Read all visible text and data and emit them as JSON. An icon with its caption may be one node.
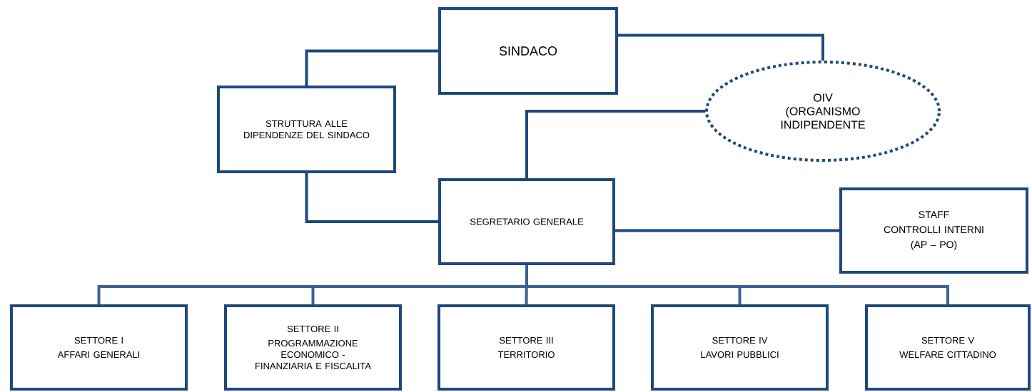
{
  "diagram": {
    "nodes": [
      {
        "text": [
          "SINDACO"
        ]
      },
      {
        "text": [
          "STRUTTURA ALLE DIPENDENZE DEL SINDACO"
        ]
      },
      {
        "text": [
          "OIV",
          "(ORGANISMO INDIPENDENTE"
        ]
      },
      {
        "text": [
          "SEGRETARIO GENERALE"
        ]
      },
      {
        "text": [
          "STAFF",
          "CONTROLLI INTERNI",
          "(AP – PO)"
        ]
      },
      {
        "text": [
          "SETTORE I",
          "AFFARI GENERALI"
        ]
      },
      {
        "text": [
          "SETTORE II",
          "PROGRAMMAZIONE ECONOMICO - FINANZIARIA E FISCALITA"
        ]
      },
      {
        "text": [
          "SETTORE III",
          "TERRITORIO"
        ]
      },
      {
        "text": [
          "SETTORE IV",
          "LAVORI PUBBLICI"
        ]
      },
      {
        "text": [
          "SETTORE V",
          "WELFARE CITTADINO"
        ]
      }
    ],
    "edges": [
      {
        "from": 0,
        "to": 1,
        "arrow": "none"
      },
      {
        "from": 1,
        "to": 3,
        "arrow": "none"
      },
      {
        "from": 0,
        "to": 2,
        "arrow": "none"
      },
      {
        "from": 2,
        "to": 3,
        "arrow": "none"
      },
      {
        "from": 3,
        "to": 4,
        "arrow": "none"
      },
      {
        "from": 3,
        "to": 5,
        "arrow": "none",
        "color": "#3d6296"
      },
      {
        "from": 3,
        "to": 6,
        "arrow": "none",
        "color": "#3d6296"
      },
      {
        "from": 3,
        "to": 7,
        "arrow": "none",
        "color": "#3d6296"
      },
      {
        "from": 3,
        "to": 8,
        "arrow": "none",
        "color": "#3d6296"
      },
      {
        "from": 3,
        "to": 9,
        "arrow": "none",
        "color": "#3d6296"
      }
    ]
  }
}
